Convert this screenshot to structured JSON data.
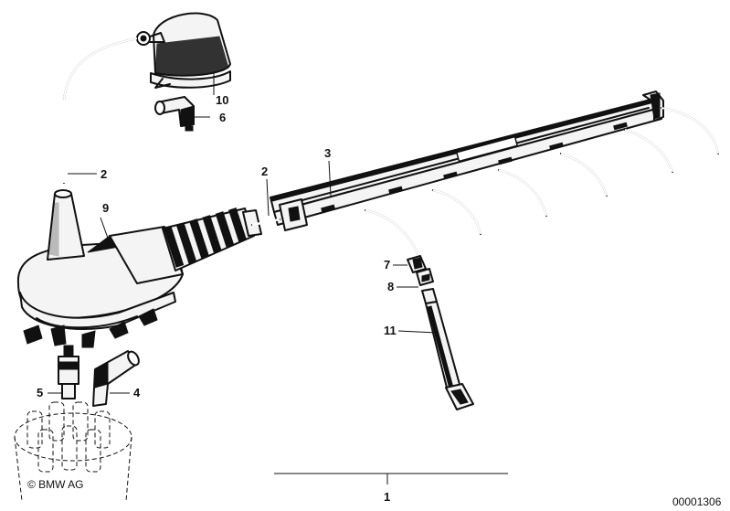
{
  "callouts": {
    "c1": "1",
    "c2a": "2",
    "c2b": "2",
    "c3": "3",
    "c4": "4",
    "c5": "5",
    "c6": "6",
    "c7": "7",
    "c8": "8",
    "c9": "9",
    "c10": "10",
    "c11": "11"
  },
  "footer": {
    "copyright": "© BMW AG",
    "diagram_number": "00001306"
  }
}
